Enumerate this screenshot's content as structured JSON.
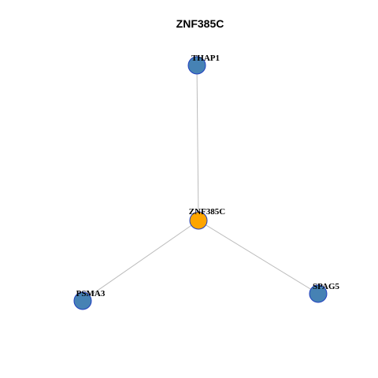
{
  "title": "ZNF385C",
  "colors": {
    "background": "#ffffff",
    "edge": "#bbbbbb",
    "center_node": "#ffa500",
    "neighbor_node": "#4682b4",
    "node_border": "#1f3fbf",
    "label": "#000000"
  },
  "network": {
    "center": "ZNF385C",
    "nodes": [
      {
        "id": "ZNF385C",
        "label": "ZNF385C",
        "role": "center"
      },
      {
        "id": "THAP1",
        "label": "THAP1",
        "role": "neighbor"
      },
      {
        "id": "PSMA3",
        "label": "PSMA3",
        "role": "neighbor"
      },
      {
        "id": "SPAG5",
        "label": "SPAG5",
        "role": "neighbor"
      }
    ],
    "edges": [
      {
        "source": "ZNF385C",
        "target": "THAP1"
      },
      {
        "source": "ZNF385C",
        "target": "PSMA3"
      },
      {
        "source": "ZNF385C",
        "target": "SPAG5"
      }
    ]
  }
}
